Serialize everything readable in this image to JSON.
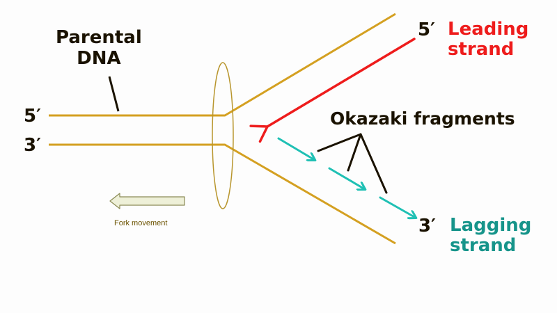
{
  "diagram": {
    "parental_dna": [
      "Parental",
      "DNA"
    ],
    "end_5_left": "5′",
    "end_3_left": "3′",
    "end_5_leading": "5′",
    "leading_strand": [
      "Leading",
      "strand"
    ],
    "okazaki": "Okazaki fragments",
    "end_3_lagging": "3′",
    "lagging_strand": [
      "Lagging",
      "strand"
    ],
    "fork_movement": "Fork movement"
  },
  "colors": {
    "dna_strand": "#d4a021",
    "leading_arrow": "#ee1c1c",
    "okazaki_arrow": "#1fc0b4",
    "lagging_text": "#16948a",
    "fork_arrow_fill": "#eef0d8",
    "fork_arrow_stroke": "#8a8a55",
    "helicase_ellipse": "#b8962e"
  }
}
